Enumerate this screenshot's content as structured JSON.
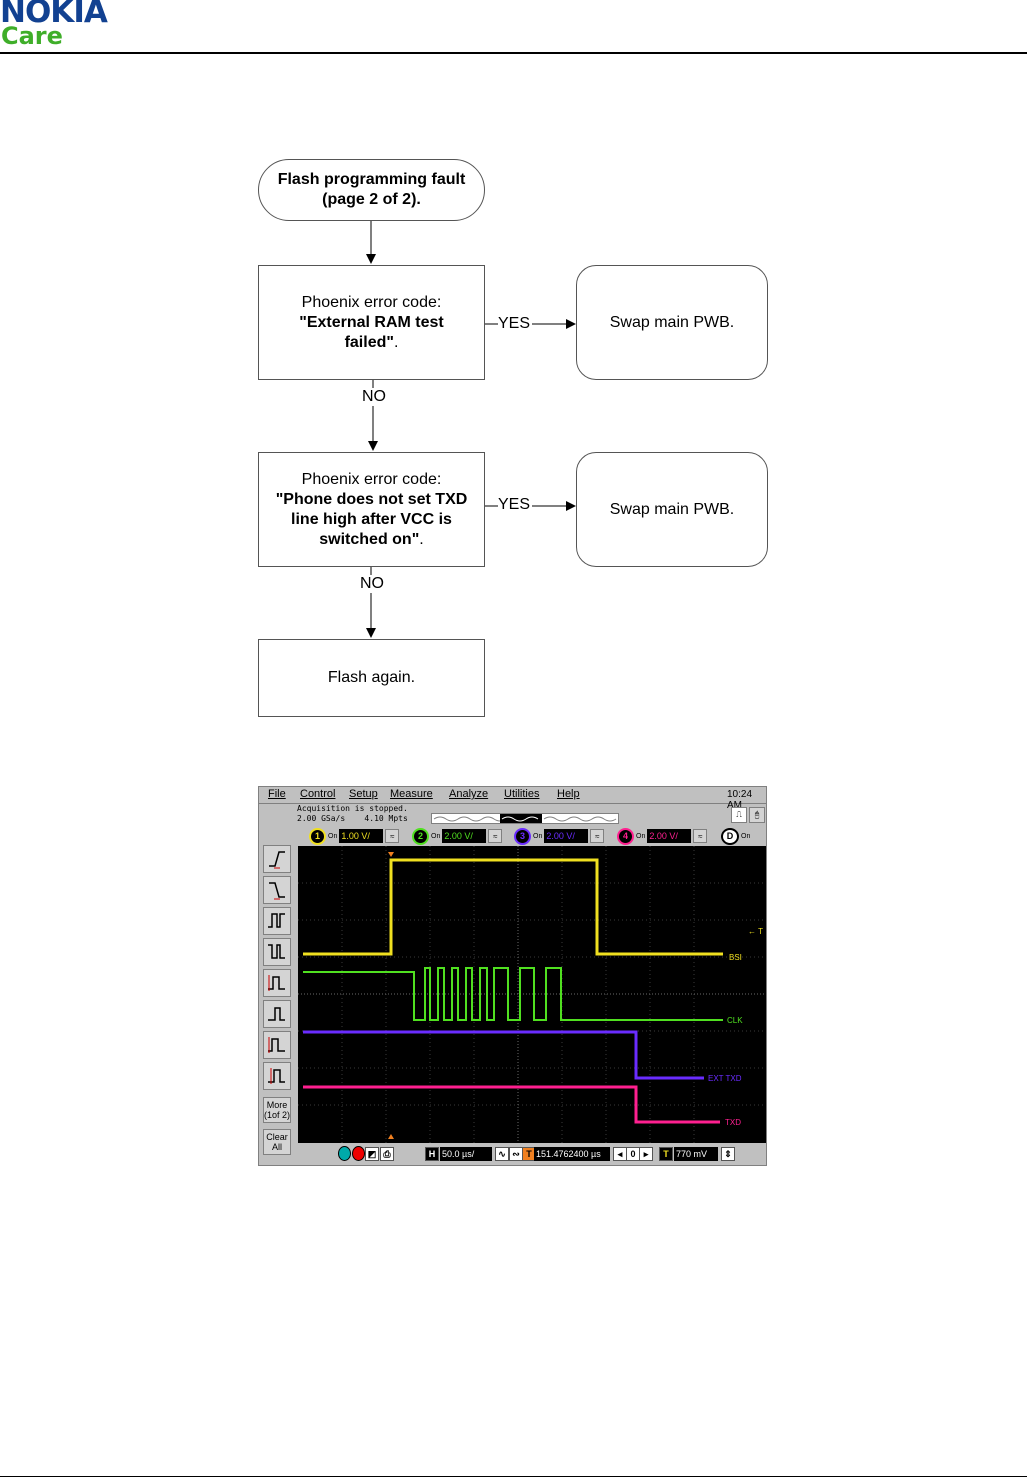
{
  "header": {
    "logo_primary": "NOKIA",
    "logo_secondary": "Care",
    "brand_blue": "#124191",
    "brand_green": "#3fae29"
  },
  "flowchart": {
    "start": {
      "line1": "Flash programming fault",
      "line2": "(page 2 of 2)."
    },
    "step1": {
      "prefix": "Phoenix error code:",
      "bold": "\"External RAM test failed\"",
      "suffix": "."
    },
    "step1_yes_label": "YES",
    "step1_yes_result": "Swap main PWB.",
    "step1_no_label": "NO",
    "step2": {
      "prefix": "Phoenix error code:",
      "bold": "\"Phone does not set TXD line high after VCC is switched on\"",
      "suffix": "."
    },
    "step2_yes_label": "YES",
    "step2_yes_result": "Swap main PWB.",
    "step2_no_label": "NO",
    "end": "Flash again."
  },
  "oscilloscope": {
    "menu": [
      "File",
      "Control",
      "Setup",
      "Measure",
      "Analyze",
      "Utilities",
      "Help"
    ],
    "clock": "10:24 AM",
    "status_line1": "Acquisition is stopped.",
    "status_line2": "2.00 GSa/s    4.10 Mpts",
    "channels": [
      {
        "num": "1",
        "on": "On",
        "scale": "1.00 V/",
        "color": "#f0e020"
      },
      {
        "num": "2",
        "on": "On",
        "scale": "2.00 V/",
        "color": "#50e020"
      },
      {
        "num": "3",
        "on": "On",
        "scale": "2.00 V/",
        "color": "#6a2cff"
      },
      {
        "num": "4",
        "on": "On",
        "scale": "2.00 V/",
        "color": "#ff2090"
      }
    ],
    "digital_on": "On",
    "side_more": "More (1of 2)",
    "side_clear": "Clear All",
    "trace_labels": [
      "BSI",
      "CLK",
      "EXT TXD",
      "TXD"
    ],
    "trigger_marker": "← T",
    "timebase_label": "H",
    "timebase": "50.0 µs/",
    "trigger_label": "T",
    "delay": "151.4762400 µs",
    "level_label": "T",
    "trigger_level": "770 mV"
  }
}
